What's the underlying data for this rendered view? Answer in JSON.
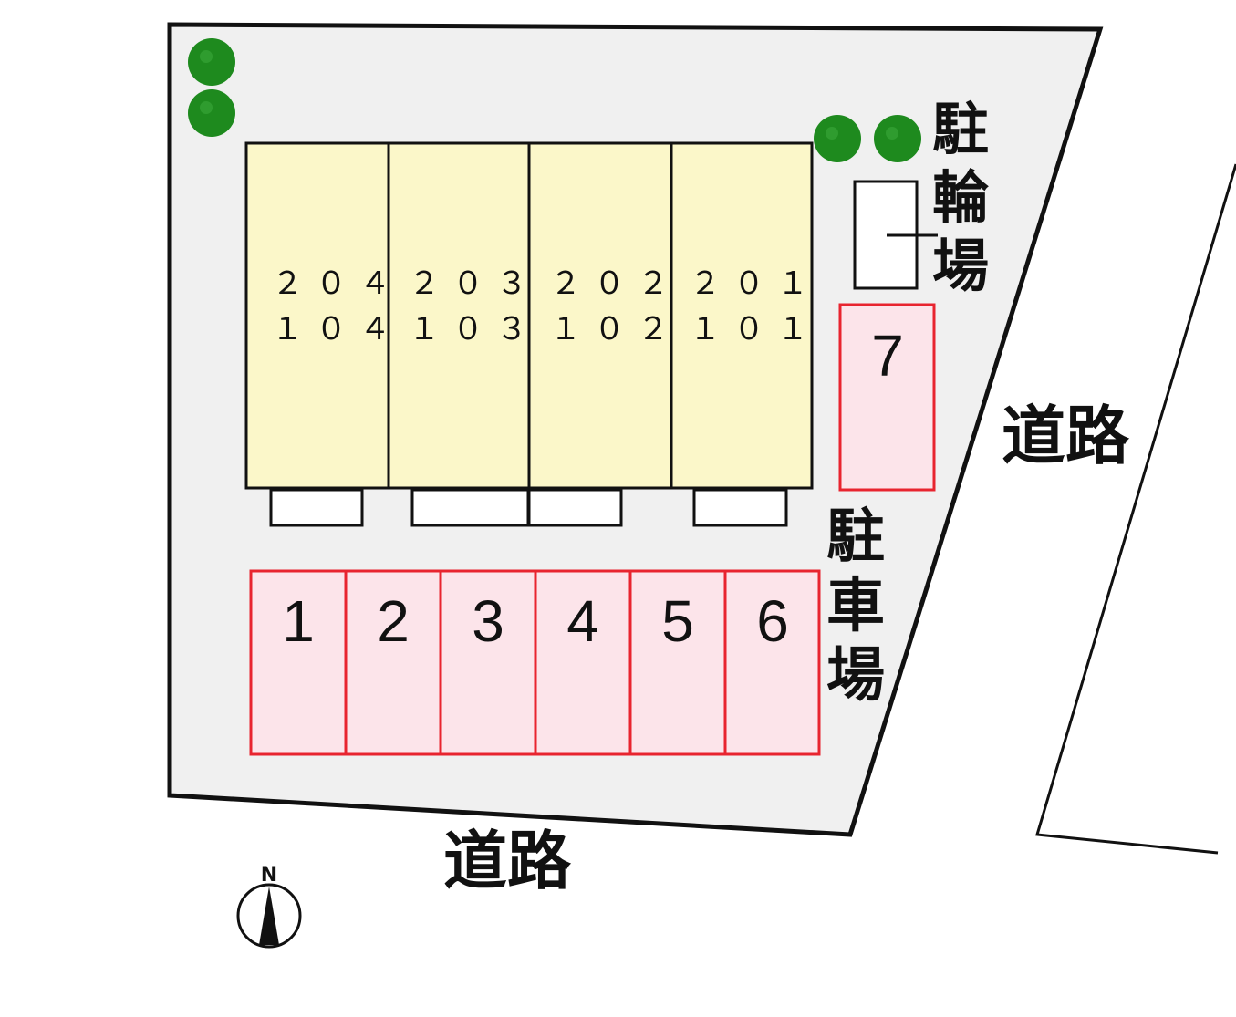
{
  "colors": {
    "lot_fill": "#f0f0f0",
    "lot_border": "#111111",
    "building_fill": "#fbf7c9",
    "parking_fill": "#fce4ea",
    "parking_border": "#e8242f",
    "tree_fill": "#1e8a1e"
  },
  "icons": {
    "tree": "tree-icon",
    "north_arrow": "north-arrow-icon"
  },
  "units": [
    {
      "upper": "２０４",
      "lower": "１０４"
    },
    {
      "upper": "２０３",
      "lower": "１０３"
    },
    {
      "upper": "２０２",
      "lower": "１０２"
    },
    {
      "upper": "２０１",
      "lower": "１０１"
    }
  ],
  "parking_spaces": [
    "1",
    "2",
    "3",
    "4",
    "5",
    "6",
    "7"
  ],
  "labels": {
    "bicycle_parking": [
      "駐",
      "輪",
      "場"
    ],
    "car_parking": [
      "駐",
      "車",
      "場"
    ],
    "road_south": "道路",
    "road_east": "道路",
    "north": "N"
  }
}
